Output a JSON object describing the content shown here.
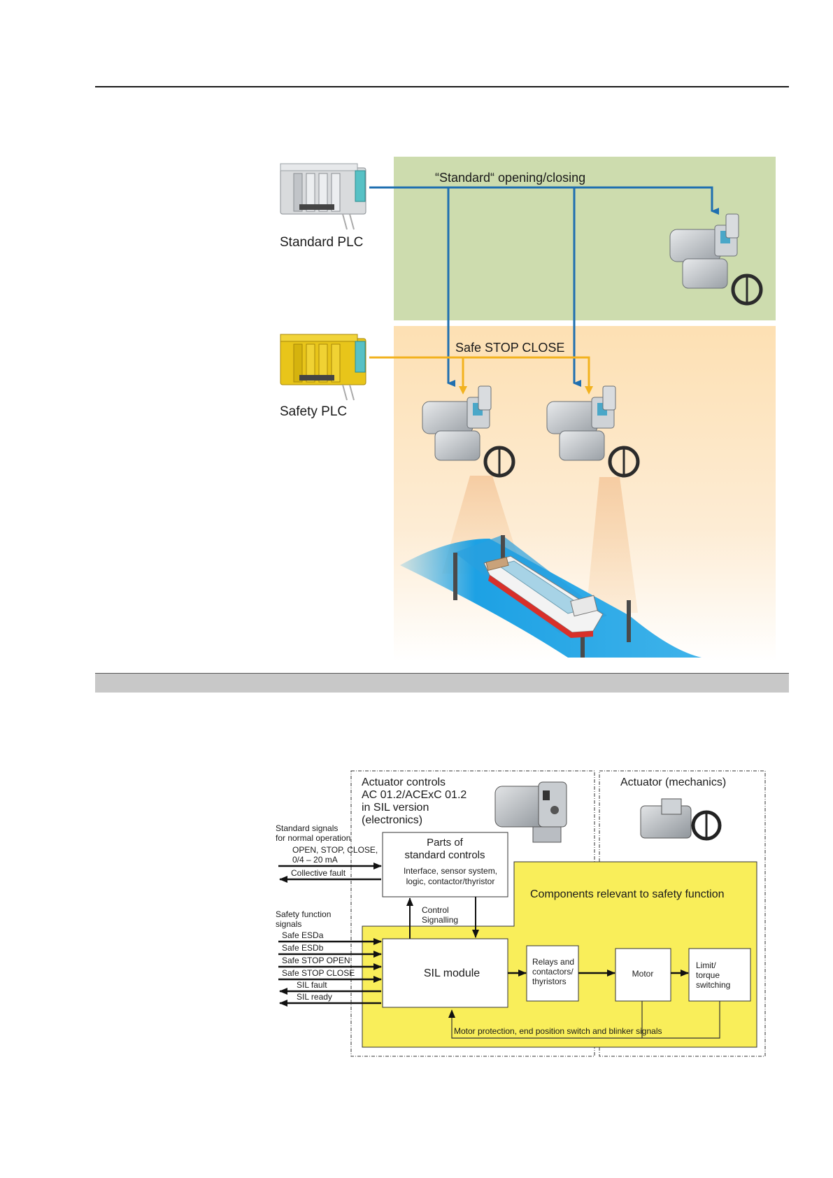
{
  "figure1": {
    "standard_arrow_label": "“Standard“ opening/closing",
    "safe_arrow_label": "Safe STOP CLOSE",
    "standard_plc_label": "Standard PLC",
    "safety_plc_label": "Safety PLC",
    "colors": {
      "standard_zone": "#cddcae",
      "safe_zone": "#fde6c0",
      "standard_line": "#1f6fb0",
      "safe_line": "#f2b21f"
    }
  },
  "figure2": {
    "electronics_header": [
      "Actuator controls",
      "AC 01.2/ACExC 01.2",
      "in SIL version",
      "(electronics)"
    ],
    "mechanics_header": "Actuator (mechanics)",
    "standard_signals": {
      "title": [
        "Standard signals",
        "for normal operation"
      ],
      "inputs": [
        "OPEN, STOP, CLOSE,",
        "0/4 – 20 mA"
      ],
      "output": "Collective fault"
    },
    "standard_controls": {
      "title": [
        "Parts of",
        "standard controls"
      ],
      "subtitle": [
        "Interface, sensor system,",
        "logic, contactor/thyristor"
      ]
    },
    "control_signalling": [
      "Control",
      "Signalling"
    ],
    "safety_zone_title": "Components relevant to safety function",
    "safety_signals": {
      "title": [
        "Safety function",
        "signals"
      ],
      "items": [
        "Safe ESDa",
        "Safe ESDb",
        "Safe STOP OPEN",
        "Safe STOP CLOSE",
        "SIL fault",
        "SIL ready"
      ]
    },
    "sil_module": "SIL module",
    "relays": [
      "Relays and",
      "contactors/",
      "thyristors"
    ],
    "motor": "Motor",
    "limit": [
      "Limit/",
      "torque",
      "switching"
    ],
    "feedback": "Motor protection, end position switch and blinker signals",
    "colors": {
      "safety_zone": "#f9ee5a"
    }
  }
}
